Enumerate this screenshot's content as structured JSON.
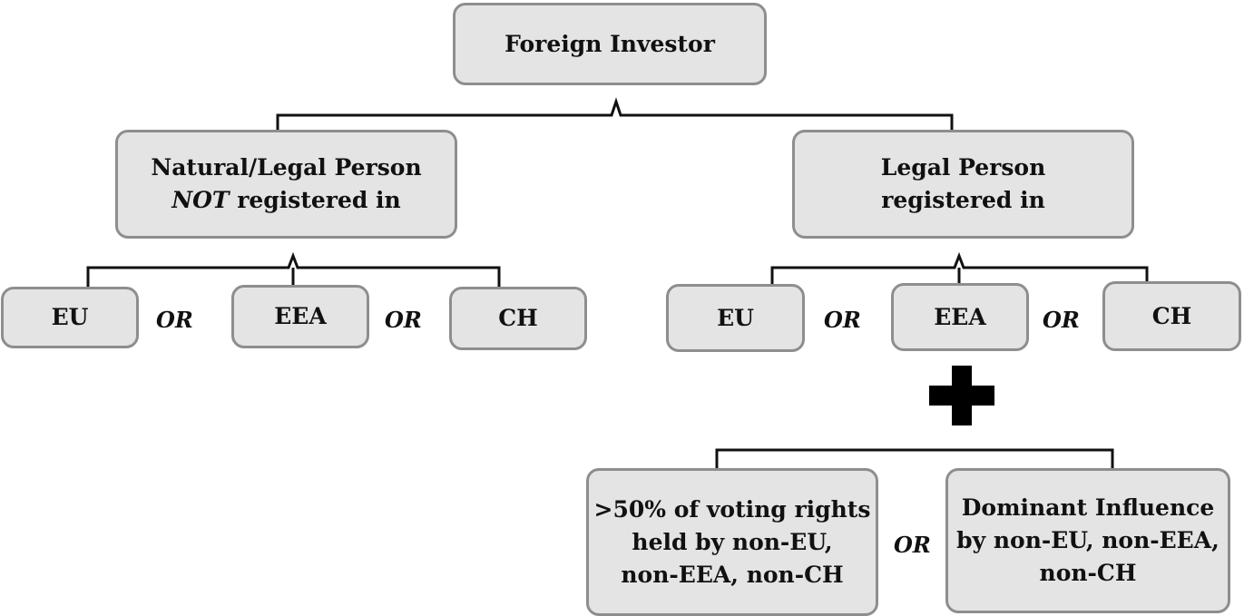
{
  "root": {
    "label": "Foreign Investor"
  },
  "left_group": {
    "title_line1": "Natural/Legal Person",
    "title_line2_emph": "NOT",
    "title_line2_rest": " registered in",
    "options": [
      "EU",
      "EEA",
      "CH"
    ]
  },
  "right_group": {
    "title_line1": "Legal Person",
    "title_line2": "registered in",
    "options": [
      "EU",
      "EEA",
      "CH"
    ]
  },
  "separator_or": "OR",
  "combinator": "plus-icon",
  "conditions": {
    "voting": {
      "line1": ">50% of voting rights",
      "line2": "held by non-EU,",
      "line3": "non-EEA, non-CH"
    },
    "influence": {
      "line1": "Dominant Influence",
      "line2": "by non-EU, non-EEA,",
      "line3": "non-CH"
    }
  },
  "colors": {
    "box_fill": "#e4e4e4",
    "box_border": "#8e8e8e",
    "connector": "#111111"
  }
}
